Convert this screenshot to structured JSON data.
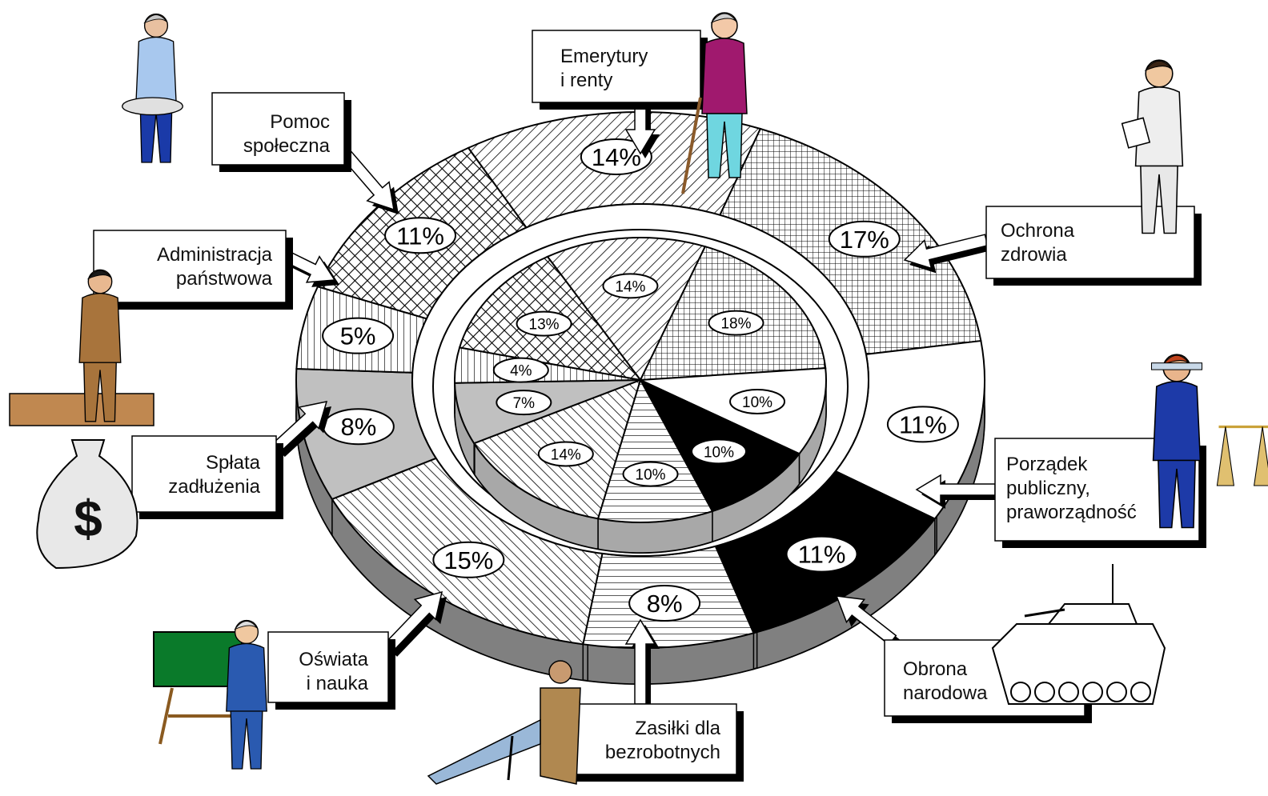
{
  "chart_data": {
    "type": "pie",
    "categories": [
      "Emerytury i renty",
      "Ochrona zdrowia",
      "Porządek publiczny, praworządność",
      "Obrona narodowa",
      "Zasiłki dla bezrobotnych",
      "Oświata i nauka",
      "Spłata zadłużenia",
      "Administracja państwowa",
      "Pomoc społeczna"
    ],
    "series": [
      {
        "values": [
          14,
          17,
          11,
          11,
          8,
          15,
          8,
          5,
          11
        ]
      },
      {
        "values": [
          14,
          18,
          10,
          10,
          10,
          14,
          7,
          4,
          13
        ]
      }
    ],
    "value_labels_outer": [
      "14%",
      "17%",
      "11%",
      "11%",
      "8%",
      "15%",
      "8%",
      "5%",
      "11%"
    ],
    "value_labels_inner": [
      "14%",
      "18%",
      "10%",
      "10%",
      "10%",
      "14%",
      "7%",
      "4%",
      "13%"
    ],
    "legend_placement": "around-chart"
  },
  "labels": {
    "emerytury": [
      "Emerytury",
      "i renty"
    ],
    "ochrona": [
      "Ochrona",
      "zdrowia"
    ],
    "porzadek": [
      "Porządek",
      "publiczny,",
      "praworządność"
    ],
    "obrona": [
      "Obrona",
      "narodowa"
    ],
    "zasilki": [
      "Zasiłki dla",
      "bezrobotnych"
    ],
    "oswiata": [
      "Oświata",
      "i nauka"
    ],
    "splata": [
      "Spłata",
      "zadłużenia"
    ],
    "administracja": [
      "Administracja",
      "państwowa"
    ],
    "pomoc": [
      "Pomoc",
      "społeczna"
    ]
  },
  "icons": {
    "emerytury": "elderly-woman-icon",
    "ochrona": "nurse-icon",
    "porzadek": "justice-figure-icon",
    "obrona": "tank-icon",
    "zasilki": "reclining-man-icon",
    "oswiata": "teacher-blackboard-icon",
    "splata": "money-bag-icon",
    "administracja": "clerk-at-desk-icon",
    "pomoc": "kneeling-man-icon"
  },
  "colors": {
    "outline": "#000000",
    "side_outer": "#808080",
    "side_inner": "#a8a8a8",
    "gray_fill": "#c0c0c0",
    "black_fill": "#000000",
    "shadow": "#000000"
  },
  "money_symbol": "$"
}
